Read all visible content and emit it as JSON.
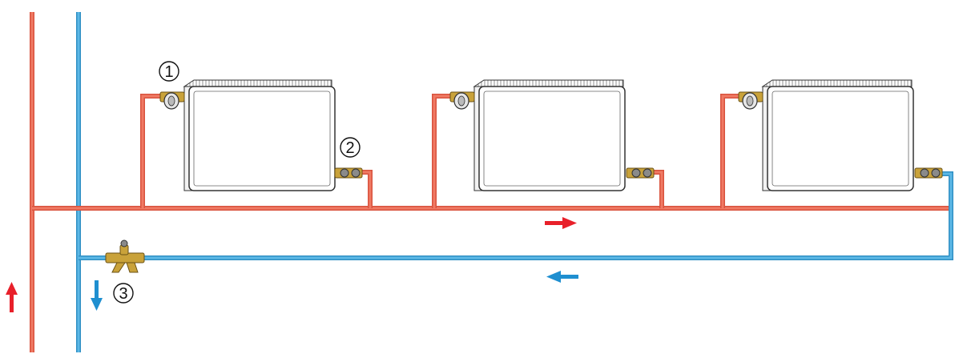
{
  "colors": {
    "supply": "#f07a64",
    "supply_edge": "#d9533e",
    "return": "#5cb8e6",
    "return_edge": "#2f8fc4",
    "arrow_supply": "#e8202a",
    "arrow_return": "#1f8fd0",
    "brass": "#c9a23a",
    "radiator_fill": "#ffffff",
    "radiator_stroke": "#333333"
  },
  "diagram": {
    "radiators": [
      {
        "name": "radiator-1"
      },
      {
        "name": "radiator-2"
      },
      {
        "name": "radiator-3"
      }
    ],
    "callouts": [
      {
        "number": "1",
        "component": "thermostatic-valve"
      },
      {
        "number": "2",
        "component": "return-lockshield-valve"
      },
      {
        "number": "3",
        "component": "balancing-valve"
      }
    ],
    "flow_arrows": [
      {
        "name": "supply-riser-arrow",
        "direction": "up",
        "line": "supply"
      },
      {
        "name": "return-riser-arrow",
        "direction": "down",
        "line": "return"
      },
      {
        "name": "supply-main-arrow",
        "direction": "right",
        "line": "supply"
      },
      {
        "name": "return-main-arrow",
        "direction": "left",
        "line": "return"
      }
    ]
  }
}
